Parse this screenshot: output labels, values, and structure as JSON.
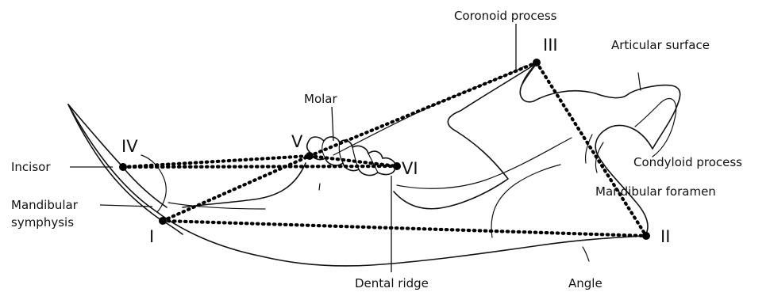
{
  "labels": {
    "coronoid_process": "Coronoid process",
    "articular_surface": "Articular surface",
    "molar": "Molar",
    "incisor": "Incisor",
    "condyloid_process": "Condyloid process",
    "mandibular_foramen": "Mandibular foramen",
    "mandibular_symphysis_line1": "Mandibular",
    "mandibular_symphysis_line2": "symphysis",
    "dental_ridge": "Dental ridge",
    "angle": "Angle"
  },
  "points": {
    "I": "I",
    "II": "II",
    "III": "III",
    "IV": "IV",
    "V": "V",
    "VI": "VI"
  },
  "colors": {
    "ink": "#111111",
    "background": "#ffffff"
  }
}
